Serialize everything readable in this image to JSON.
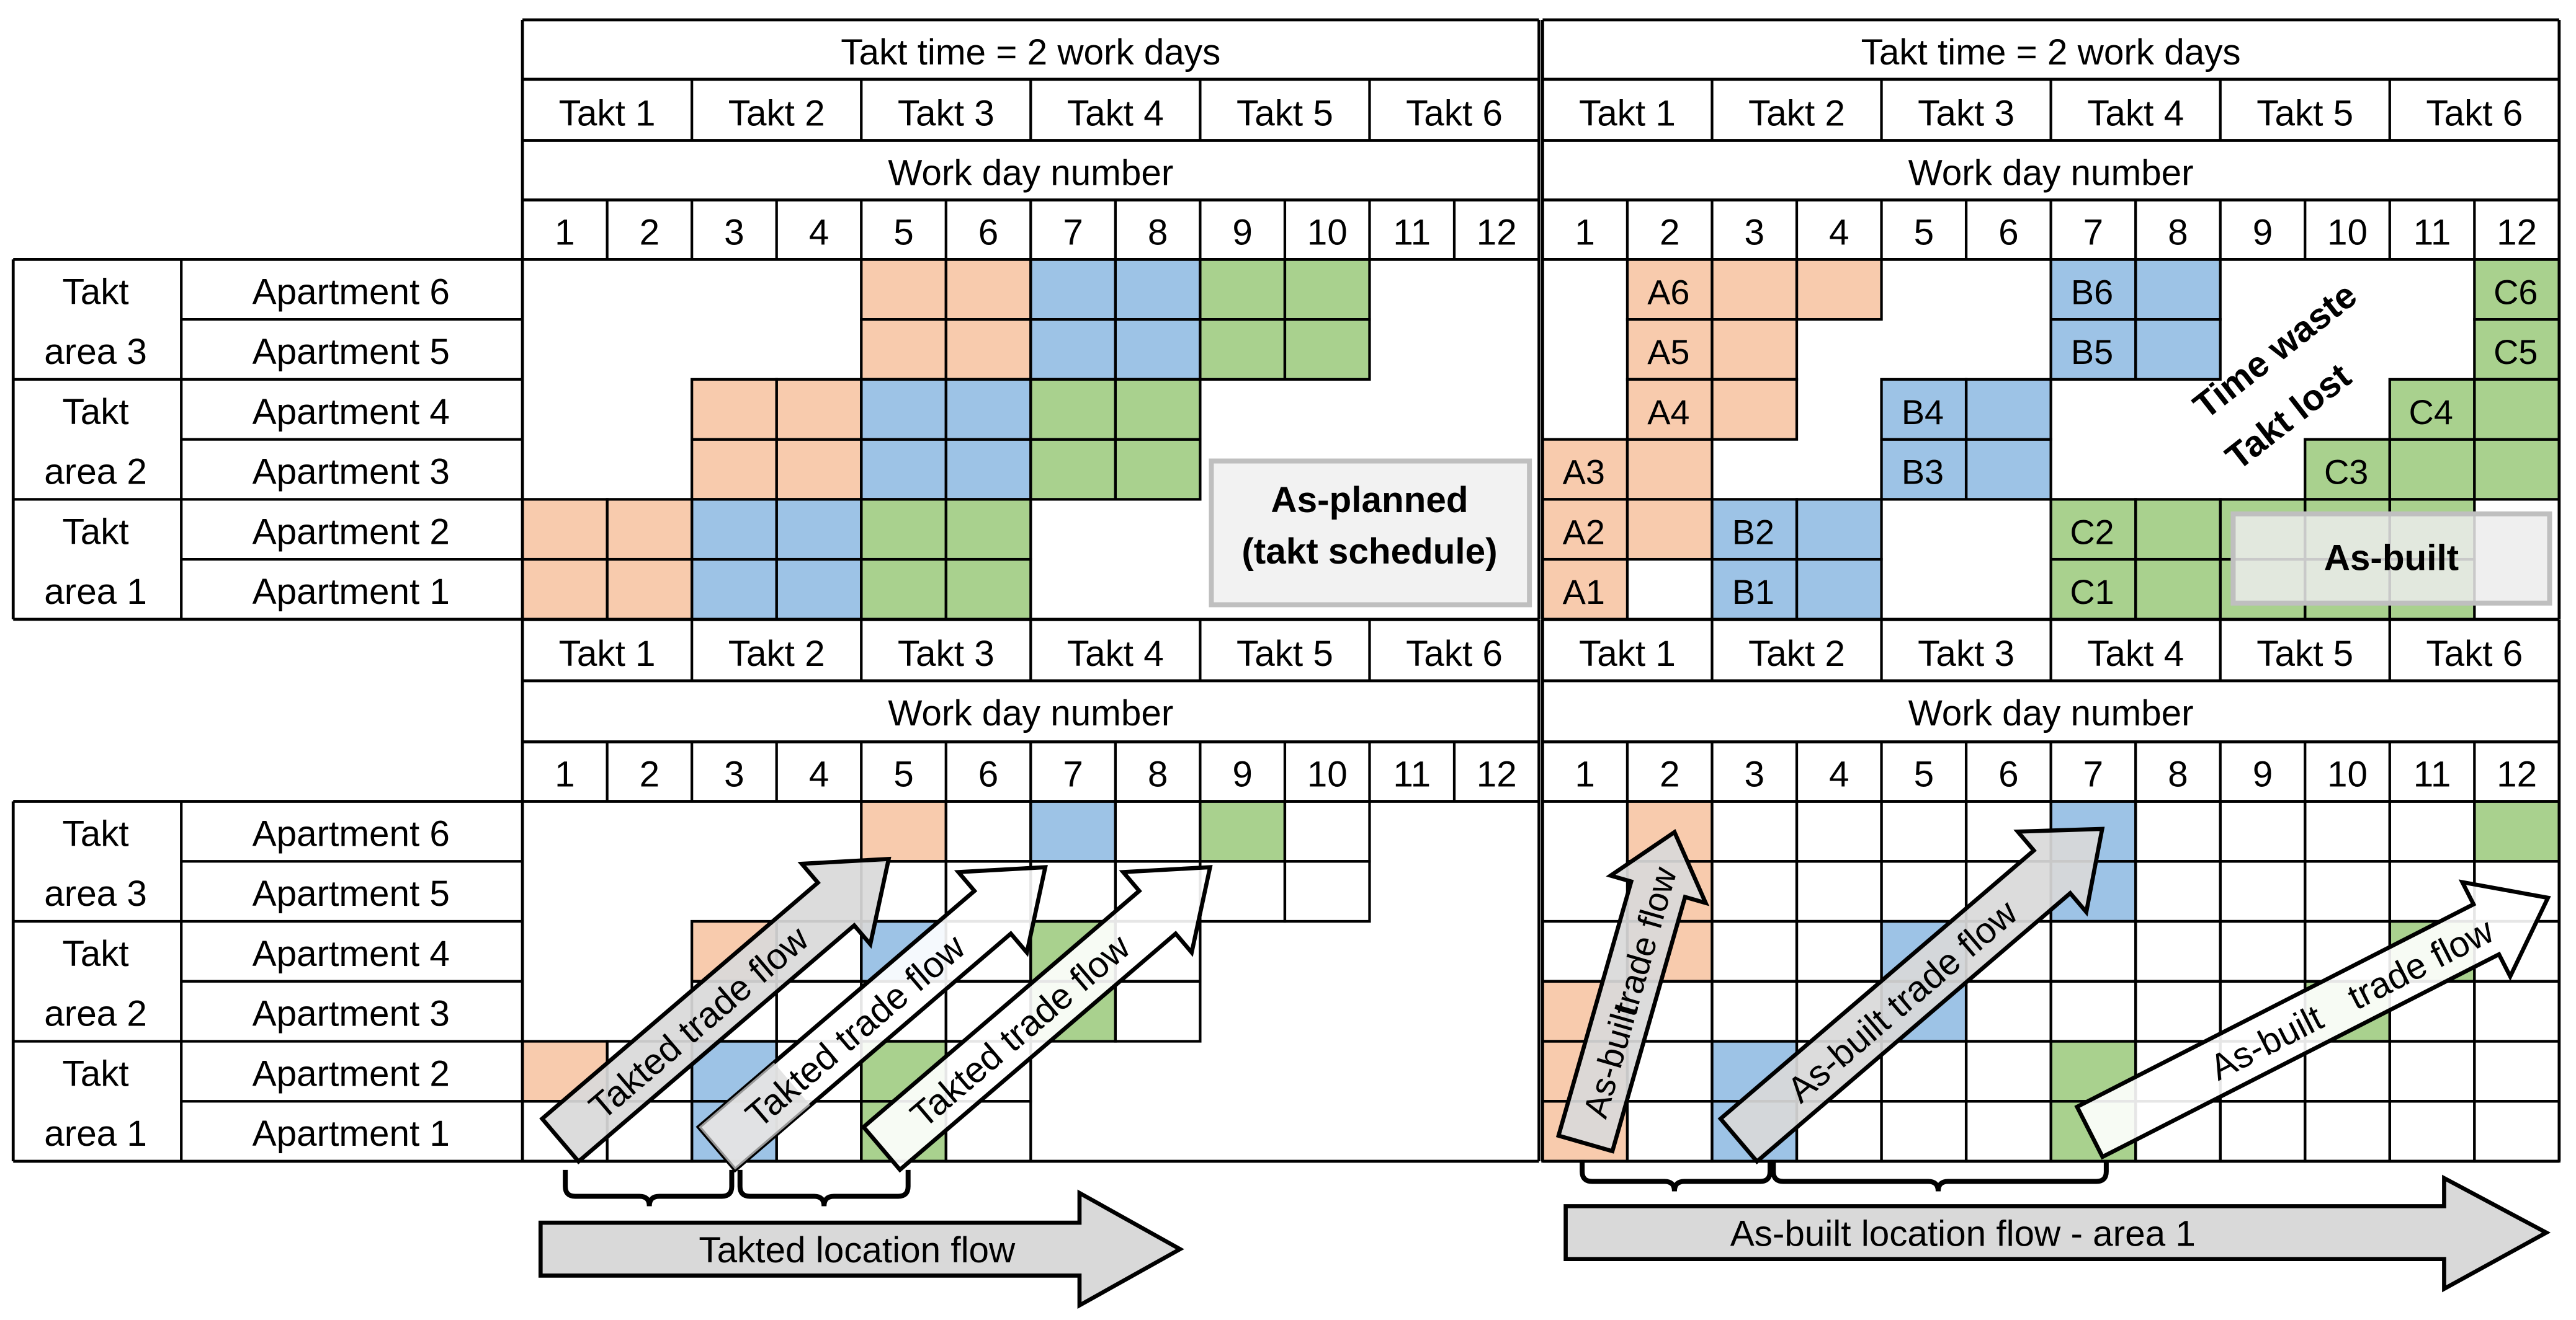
{
  "colors": {
    "orange": "#f8cbad",
    "blue": "#9dc3e6",
    "green": "#a9d18e",
    "arrow": "#d9d9d9",
    "grid": "#000000"
  },
  "grids": [
    {
      "id": "tl",
      "takt_time": "Takt time = 2 work days",
      "cells": {
        "orange": [
          [
            5,
            6
          ],
          [
            6,
            6
          ],
          [
            5,
            5
          ],
          [
            6,
            5
          ],
          [
            3,
            4
          ],
          [
            4,
            4
          ],
          [
            3,
            3
          ],
          [
            4,
            3
          ],
          [
            1,
            2
          ],
          [
            2,
            2
          ],
          [
            1,
            1
          ],
          [
            2,
            1
          ]
        ],
        "blue": [
          [
            7,
            6
          ],
          [
            8,
            6
          ],
          [
            7,
            5
          ],
          [
            8,
            5
          ],
          [
            5,
            4
          ],
          [
            6,
            4
          ],
          [
            5,
            3
          ],
          [
            6,
            3
          ],
          [
            3,
            2
          ],
          [
            4,
            2
          ],
          [
            3,
            1
          ],
          [
            4,
            1
          ]
        ],
        "green": [
          [
            9,
            6
          ],
          [
            10,
            6
          ],
          [
            9,
            5
          ],
          [
            10,
            5
          ],
          [
            7,
            4
          ],
          [
            8,
            4
          ],
          [
            7,
            3
          ],
          [
            8,
            3
          ],
          [
            5,
            2
          ],
          [
            6,
            2
          ],
          [
            5,
            1
          ],
          [
            6,
            1
          ]
        ]
      }
    },
    {
      "id": "tr",
      "takt_time": "Takt time = 2 work days",
      "cells": {
        "orange": [
          [
            2,
            6
          ],
          [
            3,
            6
          ],
          [
            4,
            6
          ],
          [
            2,
            5
          ],
          [
            3,
            5
          ],
          [
            2,
            4
          ],
          [
            3,
            4
          ],
          [
            1,
            3
          ],
          [
            2,
            3
          ],
          [
            1,
            2
          ],
          [
            2,
            2
          ],
          [
            1,
            1
          ]
        ],
        "blue": [
          [
            7,
            6
          ],
          [
            8,
            6
          ],
          [
            7,
            5
          ],
          [
            8,
            5
          ],
          [
            5,
            4
          ],
          [
            6,
            4
          ],
          [
            5,
            3
          ],
          [
            6,
            3
          ],
          [
            3,
            2
          ],
          [
            4,
            2
          ],
          [
            3,
            1
          ],
          [
            4,
            1
          ]
        ],
        "green": [
          [
            12,
            6
          ],
          [
            12,
            5
          ],
          [
            11,
            4
          ],
          [
            12,
            4
          ],
          [
            10,
            3
          ],
          [
            11,
            3
          ],
          [
            12,
            3
          ],
          [
            7,
            2
          ],
          [
            8,
            2
          ],
          [
            9,
            2
          ],
          [
            10,
            2
          ],
          [
            11,
            2
          ],
          [
            7,
            1
          ],
          [
            8,
            1
          ],
          [
            9,
            1
          ],
          [
            10,
            1
          ],
          [
            11,
            1
          ]
        ]
      },
      "cell_labels": [
        {
          "t": "A6",
          "c": 2,
          "r": 6
        },
        {
          "t": "A5",
          "c": 2,
          "r": 5
        },
        {
          "t": "A4",
          "c": 2,
          "r": 4
        },
        {
          "t": "A3",
          "c": 1,
          "r": 3
        },
        {
          "t": "A2",
          "c": 1,
          "r": 2
        },
        {
          "t": "A1",
          "c": 1,
          "r": 1
        },
        {
          "t": "B6",
          "c": 7,
          "r": 6
        },
        {
          "t": "B5",
          "c": 7,
          "r": 5
        },
        {
          "t": "B4",
          "c": 5,
          "r": 4
        },
        {
          "t": "B3",
          "c": 5,
          "r": 3
        },
        {
          "t": "B2",
          "c": 3,
          "r": 2
        },
        {
          "t": "B1",
          "c": 3,
          "r": 1
        },
        {
          "t": "C6",
          "c": 12,
          "r": 6
        },
        {
          "t": "C5",
          "c": 12,
          "r": 5
        },
        {
          "t": "C4",
          "c": 11,
          "r": 4
        },
        {
          "t": "C3",
          "c": 10,
          "r": 3
        },
        {
          "t": "C2",
          "c": 7,
          "r": 2
        },
        {
          "t": "C1",
          "c": 7,
          "r": 1
        }
      ]
    },
    {
      "id": "bl",
      "cells": {
        "orange": [
          [
            5,
            6
          ],
          [
            3,
            4
          ],
          [
            1,
            2
          ]
        ],
        "blue": [
          [
            7,
            6
          ],
          [
            5,
            4
          ],
          [
            3,
            2
          ],
          [
            3,
            1
          ]
        ],
        "green": [
          [
            9,
            6
          ],
          [
            7,
            4
          ],
          [
            7,
            3
          ],
          [
            5,
            2
          ],
          [
            5,
            1
          ]
        ]
      }
    },
    {
      "id": "br",
      "cells": {
        "orange": [
          [
            2,
            6
          ],
          [
            2,
            5
          ],
          [
            2,
            4
          ],
          [
            1,
            3
          ],
          [
            1,
            2
          ],
          [
            1,
            1
          ]
        ],
        "blue": [
          [
            7,
            6
          ],
          [
            7,
            5
          ],
          [
            5,
            4
          ],
          [
            5,
            3
          ],
          [
            3,
            2
          ],
          [
            3,
            1
          ]
        ],
        "green": [
          [
            12,
            6
          ],
          [
            11,
            4
          ],
          [
            10,
            3
          ],
          [
            7,
            2
          ],
          [
            7,
            1
          ]
        ]
      }
    }
  ],
  "takt_labels": [
    "Takt 1",
    "Takt 2",
    "Takt 3",
    "Takt 4",
    "Takt 5",
    "Takt 6"
  ],
  "work_day_label": "Work day number",
  "day_numbers": [
    "1",
    "2",
    "3",
    "4",
    "5",
    "6",
    "7",
    "8",
    "9",
    "10",
    "11",
    "12"
  ],
  "area_labels": [
    [
      "Takt",
      "area 3"
    ],
    [
      "Takt",
      "area 2"
    ],
    [
      "Takt",
      "area 1"
    ]
  ],
  "apartments": [
    "Apartment 6",
    "Apartment 5",
    "Apartment 4",
    "Apartment 3",
    "Apartment 2",
    "Apartment 1"
  ],
  "annotations": {
    "as_planned": [
      "As-planned",
      "(takt schedule)"
    ],
    "as_built": "As-built",
    "time_waste": "Time waste",
    "takt_lost": "Takt lost"
  },
  "arrows": {
    "takted_trade_flow": "Takted trade flow",
    "as_built_trade_flow": "As-built trade flow",
    "as_built_part1": "As-built",
    "trade_flow": "trade flow",
    "takted_location_flow": "Takted location flow",
    "as_built_location_flow": "As-built location flow - area 1"
  }
}
